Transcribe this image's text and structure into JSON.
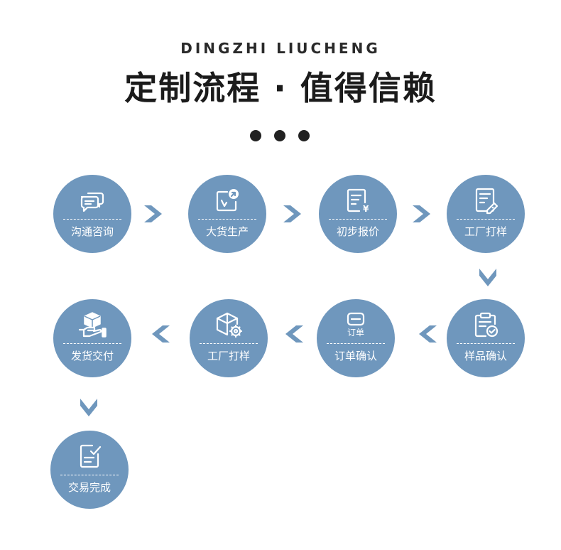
{
  "header": {
    "subtitle": "DINGZHI LIUCHENG",
    "title": "定制流程 · 值得信赖"
  },
  "colors": {
    "circle": "#6f97bd",
    "arrow": "#6f97bd",
    "text": "#1b1b1b"
  },
  "steps": [
    {
      "label": "沟通咨询",
      "icon": "chat-bubbles-icon"
    },
    {
      "label": "大货生产",
      "icon": "production-icon"
    },
    {
      "label": "初步报价",
      "icon": "quote-document-icon"
    },
    {
      "label": "工厂打样",
      "icon": "sample-document-icon"
    },
    {
      "label": "样品确认",
      "icon": "clipboard-check-icon"
    },
    {
      "label": "订单确认",
      "icon": "order-icon",
      "icon_text": "订单"
    },
    {
      "label": "工厂打样",
      "icon": "box-gear-icon"
    },
    {
      "label": "发货交付",
      "icon": "hand-box-icon"
    },
    {
      "label": "交易完成",
      "icon": "checklist-icon"
    }
  ]
}
